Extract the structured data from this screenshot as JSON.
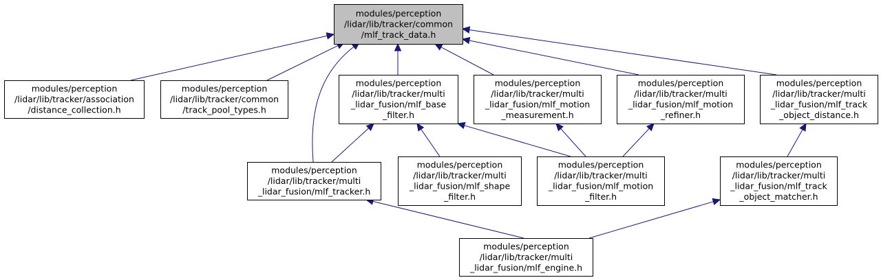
{
  "graph": {
    "nodes": [
      {
        "id": "track_data",
        "lines": [
          "modules/perception",
          "/lidar/lib/tracker/common",
          "/mlf_track_data.h"
        ],
        "highlighted": true
      },
      {
        "id": "distance_collection",
        "lines": [
          "modules/perception",
          "/lidar/lib/tracker/association",
          "/distance_collection.h"
        ]
      },
      {
        "id": "track_pool_types",
        "lines": [
          "modules/perception",
          "/lidar/lib/tracker/common",
          "/track_pool_types.h"
        ]
      },
      {
        "id": "base_filter",
        "lines": [
          "modules/perception",
          "/lidar/lib/tracker/multi",
          "_lidar_fusion/mlf_base",
          "_filter.h"
        ]
      },
      {
        "id": "motion_measurement",
        "lines": [
          "modules/perception",
          "/lidar/lib/tracker/multi",
          "_lidar_fusion/mlf_motion",
          "_measurement.h"
        ]
      },
      {
        "id": "motion_refiner",
        "lines": [
          "modules/perception",
          "/lidar/lib/tracker/multi",
          "_lidar_fusion/mlf_motion",
          "_refiner.h"
        ]
      },
      {
        "id": "track_object_distance",
        "lines": [
          "modules/perception",
          "/lidar/lib/tracker/multi",
          "_lidar_fusion/mlf_track",
          "_object_distance.h"
        ]
      },
      {
        "id": "tracker",
        "lines": [
          "modules/perception",
          "/lidar/lib/tracker/multi",
          "_lidar_fusion/mlf_tracker.h"
        ]
      },
      {
        "id": "shape_filter",
        "lines": [
          "modules/perception",
          "/lidar/lib/tracker/multi",
          "_lidar_fusion/mlf_shape",
          "_filter.h"
        ]
      },
      {
        "id": "motion_filter",
        "lines": [
          "modules/perception",
          "/lidar/lib/tracker/multi",
          "_lidar_fusion/mlf_motion",
          "_filter.h"
        ]
      },
      {
        "id": "track_object_matcher",
        "lines": [
          "modules/perception",
          "/lidar/lib/tracker/multi",
          "_lidar_fusion/mlf_track",
          "_object_matcher.h"
        ]
      },
      {
        "id": "engine",
        "lines": [
          "modules/perception",
          "/lidar/lib/tracker/multi",
          "_lidar_fusion/mlf_engine.h"
        ]
      }
    ],
    "edges": [
      {
        "from": "distance_collection",
        "to": "track_data"
      },
      {
        "from": "track_pool_types",
        "to": "track_data"
      },
      {
        "from": "tracker",
        "to": "track_data"
      },
      {
        "from": "base_filter",
        "to": "track_data"
      },
      {
        "from": "motion_measurement",
        "to": "track_data"
      },
      {
        "from": "motion_refiner",
        "to": "track_data"
      },
      {
        "from": "track_object_distance",
        "to": "track_data"
      },
      {
        "from": "tracker",
        "to": "base_filter"
      },
      {
        "from": "shape_filter",
        "to": "base_filter"
      },
      {
        "from": "motion_filter",
        "to": "base_filter"
      },
      {
        "from": "motion_filter",
        "to": "motion_measurement"
      },
      {
        "from": "motion_filter",
        "to": "motion_refiner"
      },
      {
        "from": "track_object_matcher",
        "to": "track_object_distance"
      },
      {
        "from": "engine",
        "to": "tracker"
      },
      {
        "from": "engine",
        "to": "track_object_matcher"
      }
    ]
  }
}
